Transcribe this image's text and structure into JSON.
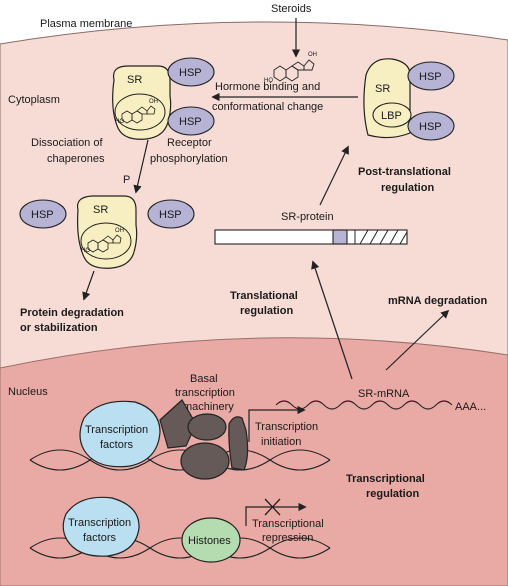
{
  "labels": {
    "steroids": "Steroids",
    "plasma_membrane": "Plasma membrane",
    "cytoplasm": "Cytoplasm",
    "nucleus": "Nucleus",
    "hormone_binding_1": "Hormone binding and",
    "hormone_binding_2": "conformational change",
    "dissociation_1": "Dissociation of",
    "dissociation_2": "chaperones",
    "receptor_1": "Receptor",
    "receptor_2": "phosphorylation",
    "phospho": "P",
    "protein_deg_1": "Protein degradation",
    "protein_deg_2": "or stabilization",
    "post_trans_1": "Post-translational",
    "post_trans_2": "regulation",
    "sr_protein": "SR-protein",
    "translational_1": "Translational",
    "translational_2": "regulation",
    "mrna_deg": "mRNA degradation",
    "sr_mrna": "SR-mRNA",
    "poly_a": "AAA...",
    "basal_1": "Basal",
    "basal_2": "transcription",
    "basal_3": "machinery",
    "tf_1": "Transcription",
    "tf_2": "factors",
    "ti_1": "Transcription",
    "ti_2": "initiation",
    "transcriptional_1": "Transcriptional",
    "transcriptional_2": "regulation",
    "histones": "Histones",
    "tr_1": "Transcriptional",
    "tr_2": "repression",
    "sr": "SR",
    "hsp": "HSP",
    "lbp": "LBP",
    "oh": "OH",
    "ho": "HO"
  },
  "colors": {
    "cytoplasm": "#f7dcd6",
    "nucleus": "#e9a9a4",
    "receptor": "#f7eec1",
    "hsp": "#b6b3d5",
    "transcription_factor": "#b9dff0",
    "histone": "#b5dbb1",
    "machinery": "#655a58",
    "lbp_region": "#b6b3d5"
  }
}
